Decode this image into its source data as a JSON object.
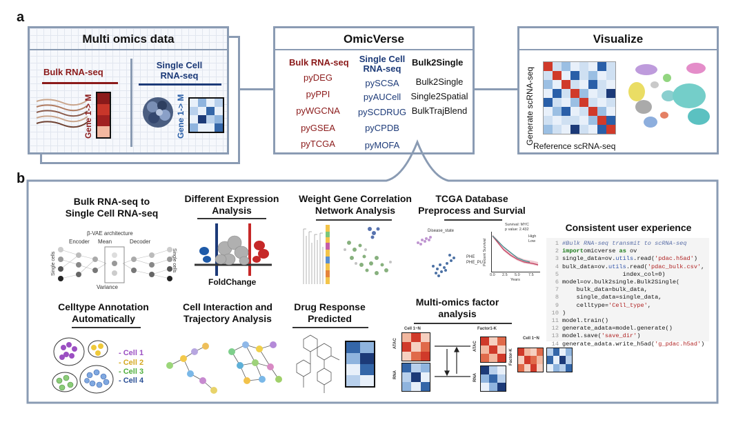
{
  "panel_a": {
    "letter": "a",
    "multi_omics": {
      "title": "Multi omics data",
      "bulk_label": "Bulk RNA-seq",
      "single_label_1": "Single Cell",
      "single_label_2": "RNA-seq",
      "gene_axis_1": "Gene 1-> M",
      "gene_axis_2": "Gene 1-> M"
    },
    "omicverse": {
      "title": "OmicVerse",
      "bulk_header": "Bulk RNA-seq",
      "bulk_items": [
        "pyDEG",
        "pyPPI",
        "pyWGCNA",
        "pyGSEA",
        "pyTCGA"
      ],
      "single_header_1": "Single Cell",
      "single_header_2": "RNA-seq",
      "single_items": [
        "pySCSA",
        "pyAUCell",
        "pySCDRUG",
        "pyCPDB",
        "pyMOFA"
      ],
      "b2s_header": "Bulk2Single",
      "b2s_items": [
        "Bulk2Single",
        "Single2Spatial",
        "BulkTrajBlend"
      ]
    },
    "visualize": {
      "title": "Visualize",
      "y_label": "Generate scRNA-seq",
      "x_label": "Reference scRNA-seq"
    }
  },
  "panel_b": {
    "letter": "b",
    "sections": {
      "bulk_to_single": "Bulk RNA-seq to\nSingle Cell RNA-seq",
      "diff_expr": "Different Expression\nAnalysis",
      "wgcna": "Weight Gene Correlation\nNetwork Analysis",
      "tcga": "TCGA Database\nPreprocess and Survial",
      "consistent": "Consistent user experience",
      "celltype": "Celltype Annotation\nAutomatically",
      "interaction": "Cell Interaction and\nTrajectory Analysis",
      "drug": "Drug Response\nPredicted",
      "mofa": "Multi-omics factor\nanalysis"
    },
    "vae": {
      "arch": "β-VAE architecture",
      "encoder": "Encoder",
      "mean": "Mean",
      "decoder": "Decoder",
      "variance": "Variance",
      "single_cells_left": "Single cells",
      "single_cells_right": "Single cells"
    },
    "foldchange": "FoldChange",
    "tcga_plot": {
      "scatter_title": "Disease_state",
      "legend_1": "PHE",
      "legend_2": "PHE_PU",
      "survival_title": "Survival: MYC",
      "pvalue": "p value: 2.432",
      "high": "High",
      "low": "Low",
      "xlabel": "Years",
      "ylabel": "Percent Survival",
      "x_ticks": [
        "0.0",
        "2.5",
        "5.0",
        "7.5"
      ]
    },
    "cells": [
      "- Cell 1",
      "- Cell 2",
      "- Cell 3",
      "- Cell 4"
    ],
    "mofa_labels": {
      "cell_1n_a": "Cell 1~N",
      "factor_1k": "Factor1-K",
      "cell_1n_b": "Cell 1~N",
      "atac_1": "ATAC",
      "rna_1": "RNA",
      "atac_2": "ATAC",
      "rna_2": "RNA",
      "factor_k": "Factor-K"
    },
    "code_lines": [
      {
        "n": "1",
        "parts": [
          [
            "cm",
            "#Bulk RNA-seq transmit to scRNA-seq"
          ]
        ]
      },
      {
        "n": "2",
        "parts": [
          [
            "kw",
            "import"
          ],
          [
            "",
            "omicverse "
          ],
          [
            "kw",
            "as"
          ],
          [
            "",
            " ov"
          ]
        ]
      },
      {
        "n": "3",
        "parts": [
          [
            "",
            "single_data=ov."
          ],
          [
            "fn",
            "utils"
          ],
          [
            "",
            ".read("
          ],
          [
            "st",
            "'pdac.h5ad'"
          ],
          [
            "",
            ")"
          ]
        ]
      },
      {
        "n": "4",
        "parts": [
          [
            "",
            "bulk_data=ov."
          ],
          [
            "fn",
            "utils"
          ],
          [
            "",
            ".read("
          ],
          [
            "st",
            "'pdac_bulk.csv'"
          ],
          [
            "",
            ","
          ]
        ]
      },
      {
        "n": "5",
        "parts": [
          [
            "",
            "                 index_col=0)"
          ]
        ]
      },
      {
        "n": "6",
        "parts": [
          [
            "",
            "model=ov.bulk2single.Bulk2Single("
          ]
        ]
      },
      {
        "n": "7",
        "parts": [
          [
            "",
            "    bulk_data=bulk_data,"
          ]
        ]
      },
      {
        "n": "8",
        "parts": [
          [
            "",
            "    single_data=single_data,"
          ]
        ]
      },
      {
        "n": "9",
        "parts": [
          [
            "",
            "    celltype="
          ],
          [
            "st",
            "'Cell_type'"
          ],
          [
            "",
            ","
          ]
        ]
      },
      {
        "n": "10",
        "parts": [
          [
            "",
            ")"
          ]
        ]
      },
      {
        "n": "11",
        "parts": [
          [
            "",
            "model.train()"
          ]
        ]
      },
      {
        "n": "12",
        "parts": [
          [
            "",
            "generate_adata=model.generate()"
          ]
        ]
      },
      {
        "n": "13",
        "parts": [
          [
            "",
            "model.save("
          ],
          [
            "st",
            "'save_dir'"
          ],
          [
            "",
            ")"
          ]
        ]
      },
      {
        "n": "14",
        "parts": [
          [
            "",
            "generate_adata.write_h5ad("
          ],
          [
            "st",
            "'g_pdac.h5ad'"
          ],
          [
            "",
            ")"
          ]
        ]
      }
    ],
    "colors": {
      "box_border": "#8a9bb3",
      "bulk_red": "#8b1a1a",
      "single_navy": "#1c3a78",
      "heat_blue": "#2a5fa8",
      "heat_red": "#d03a2a"
    }
  }
}
